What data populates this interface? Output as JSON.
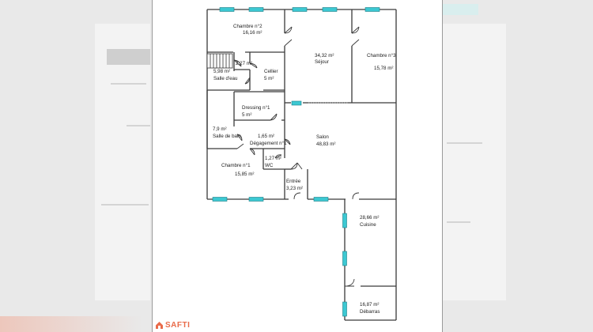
{
  "brand": {
    "name": "SAFTI"
  },
  "rooms": [
    {
      "id": "chambre-2",
      "name": "Chambre n°2",
      "area": "16,16  m²"
    },
    {
      "id": "sejour",
      "name": "Séjour",
      "area": "34,32  m²"
    },
    {
      "id": "chambre-3",
      "name": "Chambre n°3",
      "area": "15,78  m²"
    },
    {
      "id": "placard",
      "name": "",
      "area": "2,27  m²"
    },
    {
      "id": "salle-eau",
      "name": "Salle d'eau",
      "area": "5,98  m²"
    },
    {
      "id": "cellier",
      "name": "Cellier",
      "area": "5  m²"
    },
    {
      "id": "dressing",
      "name": "Dressing n°1",
      "area": "5  m²"
    },
    {
      "id": "salle-bain",
      "name": "Salle de bain",
      "area": "7,9  m²"
    },
    {
      "id": "degagement",
      "name": "Dégagement n°1",
      "area": "1,65  m²"
    },
    {
      "id": "salon",
      "name": "Salon",
      "area": "48,83  m²"
    },
    {
      "id": "wc",
      "name": "WC",
      "area": "1,27  m²"
    },
    {
      "id": "chambre-1",
      "name": "Chambre n°1",
      "area": "15,85  m²"
    },
    {
      "id": "entree",
      "name": "Entrée",
      "area": "3,23  m²"
    },
    {
      "id": "cuisine",
      "name": "Cuisine",
      "area": "28,66  m²"
    },
    {
      "id": "debarras",
      "name": "Débarras",
      "area": "16,87  m²"
    }
  ],
  "colors": {
    "wall": "#3a3a3a",
    "window": "#3cc8d2",
    "brand": "#e96b4a"
  }
}
